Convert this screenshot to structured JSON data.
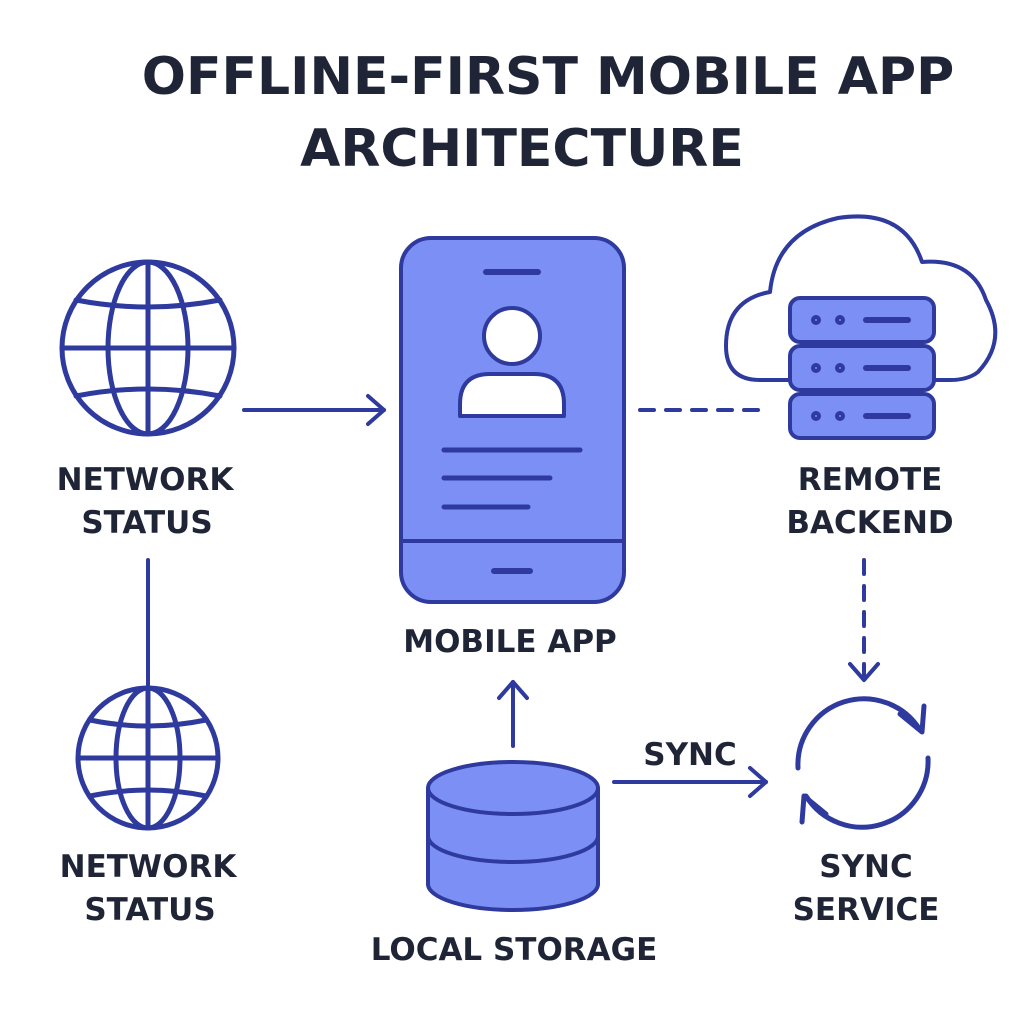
{
  "title": {
    "line1": "OFFLINE-FIRST MOBILE APP",
    "line2": "ARCHITECTURE"
  },
  "colors": {
    "stroke": "#2f3a9e",
    "fill": "#7b8ff5",
    "text": "#1f2536",
    "background": "#ffffff"
  },
  "nodes": {
    "network_status_top": {
      "icon": "globe-icon",
      "label_line1": "NETWORK",
      "label_line2": "STATUS"
    },
    "mobile_app": {
      "icon": "smartphone-icon",
      "label": "MOBILE APP"
    },
    "remote_backend": {
      "icon": "cloud-server-icon",
      "label_line1": "REMOTE",
      "label_line2": "BACKEND"
    },
    "network_status_bottom": {
      "icon": "globe-icon",
      "label_line1": "NETWORK",
      "label_line2": "STATUS"
    },
    "local_storage": {
      "icon": "database-icon",
      "label": "LOCAL STORAGE"
    },
    "sync_service": {
      "icon": "sync-icon",
      "label_line1": "SYNC",
      "label_line2": "SERVICE"
    }
  },
  "edges": [
    {
      "from": "network_status_top",
      "to": "mobile_app",
      "style": "solid",
      "label": ""
    },
    {
      "from": "mobile_app",
      "to": "remote_backend",
      "style": "dashed",
      "label": ""
    },
    {
      "from": "network_status_top",
      "to": "network_status_bottom",
      "style": "solid",
      "label": ""
    },
    {
      "from": "local_storage",
      "to": "mobile_app",
      "style": "solid",
      "label": ""
    },
    {
      "from": "remote_backend",
      "to": "sync_service",
      "style": "dashed",
      "label": ""
    },
    {
      "from": "local_storage",
      "to": "sync_service",
      "style": "solid",
      "label": "SYNC"
    }
  ]
}
